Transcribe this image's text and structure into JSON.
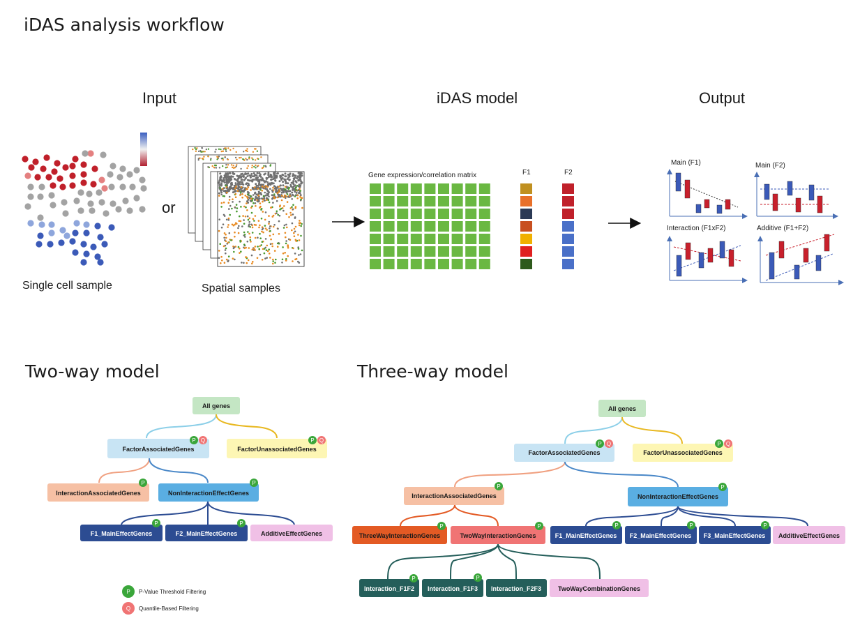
{
  "title": "iDAS analysis workflow",
  "workflow": {
    "input_label": "Input",
    "model_label": "iDAS model",
    "output_label": "Output",
    "or_label": "or",
    "single_cell_caption": "Single cell sample",
    "spatial_caption": "Spatial samples",
    "matrix_caption": "Gene expression/correlation matrix",
    "factor1_label": "F1",
    "factor2_label": "F2",
    "plot_labels": [
      "Main (F1)",
      "Main (F2)",
      "Interaction (F1xF2)",
      "Additive (F1+F2)"
    ],
    "f1_colors": [
      "#c09020",
      "#e8702a",
      "#2b3a55",
      "#c85020",
      "#f0b000",
      "#e02020",
      "#2e5a1c"
    ],
    "f2_colors": [
      "#c0202a",
      "#c0202a",
      "#c0202a",
      "#4a70c8",
      "#4a70c8",
      "#4a70c8",
      "#4a70c8"
    ]
  },
  "two_way": {
    "title": "Two-way model",
    "root": "All genes",
    "factor_associated": "FactorAssociatedGenes",
    "factor_unassociated": "FactorUnassociatedGenes",
    "interaction_associated": "InteractionAssociatedGenes",
    "non_interaction": "NonInteractionEffectGenes",
    "f1_main": "F1_MainEffectGenes",
    "f2_main": "F2_MainEffectGenes",
    "additive": "AdditiveEffectGenes"
  },
  "three_way": {
    "title": "Three-way model",
    "root": "All genes",
    "factor_associated": "FactorAssociatedGenes",
    "factor_unassociated": "FactorUnassociatedGenes",
    "interaction_associated": "InteractionAssociatedGenes",
    "non_interaction": "NonInteractionEffectGenes",
    "three_way_interaction": "ThreeWayInteractionGenes",
    "two_way_interaction": "TwoWayInteractionGenes",
    "f1_main": "F1_MainEffectGenes",
    "f2_main": "F2_MainEffectGenes",
    "f3_main": "F3_MainEffectGenes",
    "additive": "AdditiveEffectGenes",
    "interaction_f1f2": "Interaction_F1F2",
    "interaction_f1f3": "Interaction_F1F3",
    "interaction_f2f3": "Interaction_F2F3",
    "two_way_combination": "TwoWayCombinationGenes"
  },
  "legend": {
    "p_badge": "P",
    "q_badge": "Q",
    "p_text": "P-Value Threshold Filtering",
    "q_text": "Quantile-Based Filtering"
  },
  "colors": {
    "root_green": "#c4e6c4",
    "factor_blue": "#c8e4f4",
    "unassoc_yellow": "#fdf6b4",
    "interaction_peach": "#f6c0a4",
    "noninteraction_blue": "#5aaee2",
    "main_effect_navy": "#2c4c92",
    "additive_pink": "#f0c0e6",
    "three_way_orange": "#e35a24",
    "two_way_red": "#f07474",
    "interaction_teal": "#245e5a",
    "matrix_green": "#6ab842",
    "badge_p_green": "#3aa63a",
    "badge_q_red": "#f07474"
  }
}
